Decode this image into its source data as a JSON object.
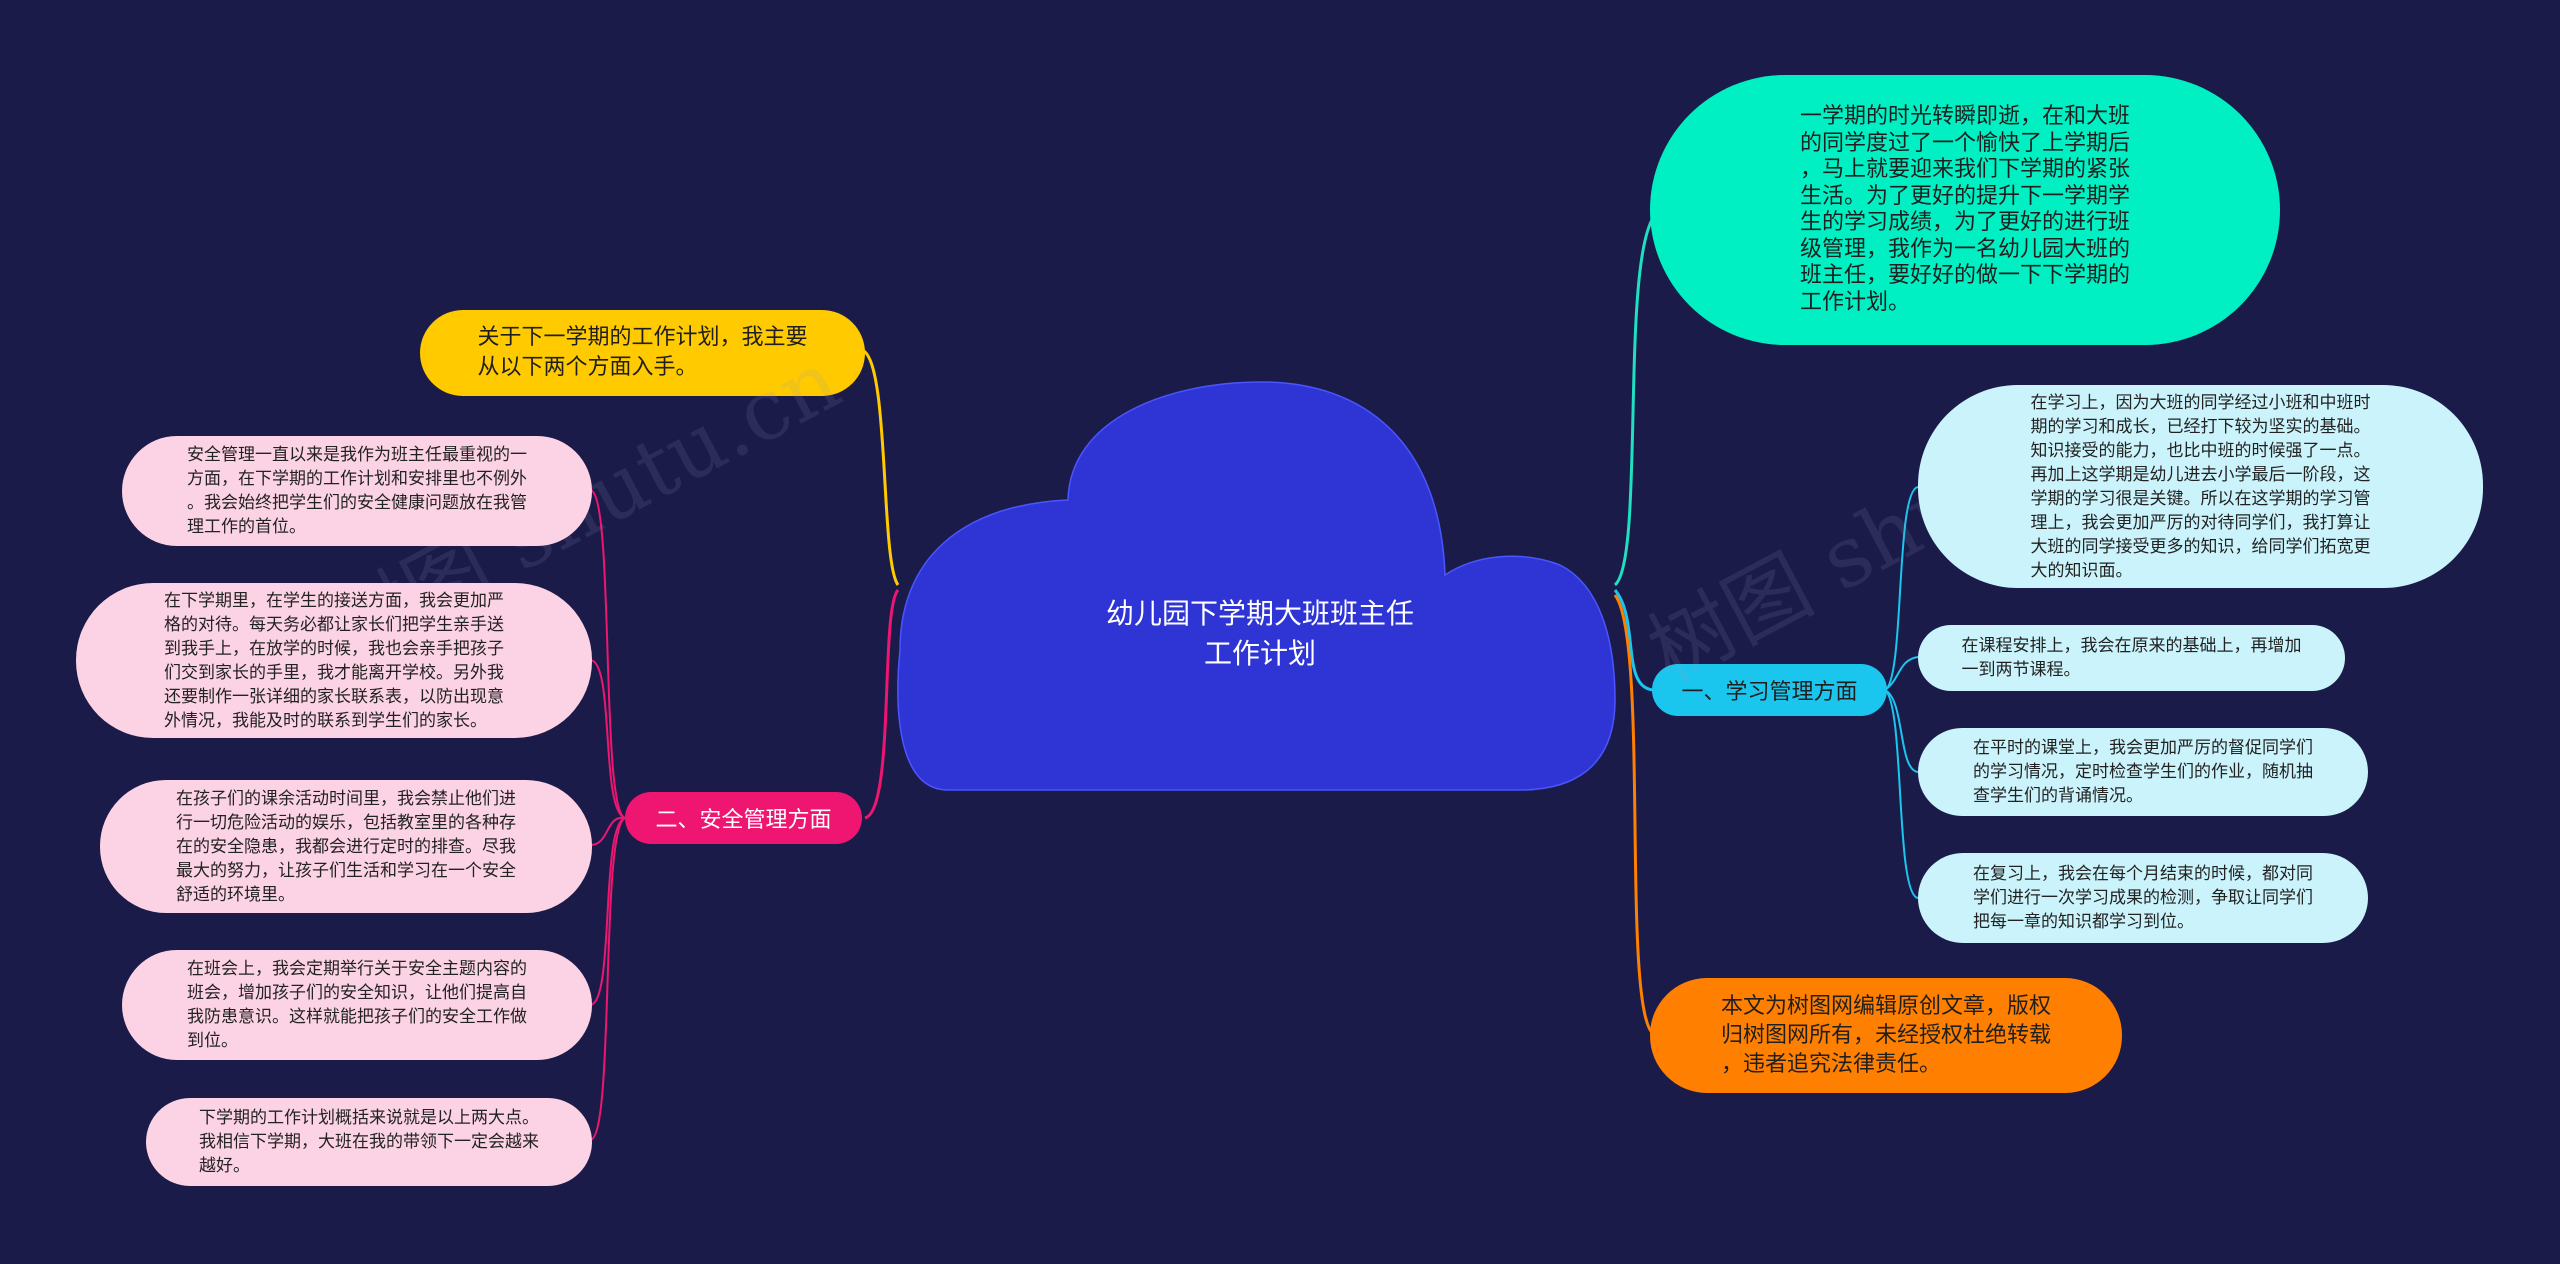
{
  "root": {
    "title": "幼儿园下学期大班班主任\n工作计划"
  },
  "intro_right": "一学期的时光转瞬即逝，在和大班\n的同学度过了一个愉快了上学期后\n，马上就要迎来我们下学期的紧张\n生活。为了更好的提升下一学期学\n生的学习成绩，为了更好的进行班\n级管理，我作为一名幼儿园大班的\n班主任，要好好的做一下下学期的\n工作计划。",
  "intro_left": "关于下一学期的工作计划，我主要\n从以下两个方面入手。",
  "copyright": "本文为树图网编辑原创文章，版权\n归树图网所有，未经授权杜绝转载\n，违者追究法律责任。",
  "study": {
    "label": "一、学习管理方面",
    "items": [
      "在学习上，因为大班的同学经过小班和中班时\n期的学习和成长，已经打下较为坚实的基础。\n知识接受的能力，也比中班的时候强了一点。\n再加上这学期是幼儿进去小学最后一阶段，这\n学期的学习很是关键。所以在这学期的学习管\n理上，我会更加严厉的对待同学们，我打算让\n大班的同学接受更多的知识，给同学们拓宽更\n大的知识面。",
      "在课程安排上，我会在原来的基础上，再增加\n一到两节课程。",
      "在平时的课堂上，我会更加严厉的督促同学们\n的学习情况，定时检查学生们的作业，随机抽\n查学生们的背诵情况。",
      "在复习上，我会在每个月结束的时候，都对同\n学们进行一次学习成果的检测，争取让同学们\n把每一章的知识都学习到位。"
    ]
  },
  "safety": {
    "label": "二、安全管理方面",
    "items": [
      "安全管理一直以来是我作为班主任最重视的一\n方面，在下学期的工作计划和安排里也不例外\n。我会始终把学生们的安全健康问题放在我管\n理工作的首位。",
      "在下学期里，在学生的接送方面，我会更加严\n格的对待。每天务必都让家长们把学生亲手送\n到我手上，在放学的时候，我也会亲手把孩子\n们交到家长的手里，我才能离开学校。另外我\n还要制作一张详细的家长联系表，以防出现意\n外情况，我能及时的联系到学生们的家长。",
      "在孩子们的课余活动时间里，我会禁止他们进\n行一切危险活动的娱乐，包括教室里的各种存\n在的安全隐患，我都会进行定时的排查。尽我\n最大的努力，让孩子们生活和学习在一个安全\n舒适的环境里。",
      "在班会上，我会定期举行关于安全主题内容的\n班会，增加孩子们的安全知识，让他们提高自\n我防患意识。这样就能把孩子们的安全工作做\n到位。",
      "下学期的工作计划概括来说就是以上两大点。\n我相信下学期，大班在我的带领下一定会越来\n越好。"
    ]
  },
  "watermarks": [
    "树图 shutu.cn",
    "树图 shutu.cn"
  ],
  "colors": {
    "background": "#1b1b4a",
    "cloud": "#2f35d4",
    "teal": "#00f0c3",
    "yellow": "#ffcb00",
    "orange": "#ff7f00",
    "study": "#1bc6ee",
    "safety": "#ee1670",
    "pink_leaf": "#fcd3e4",
    "cyan_leaf": "#cbf3fb"
  }
}
